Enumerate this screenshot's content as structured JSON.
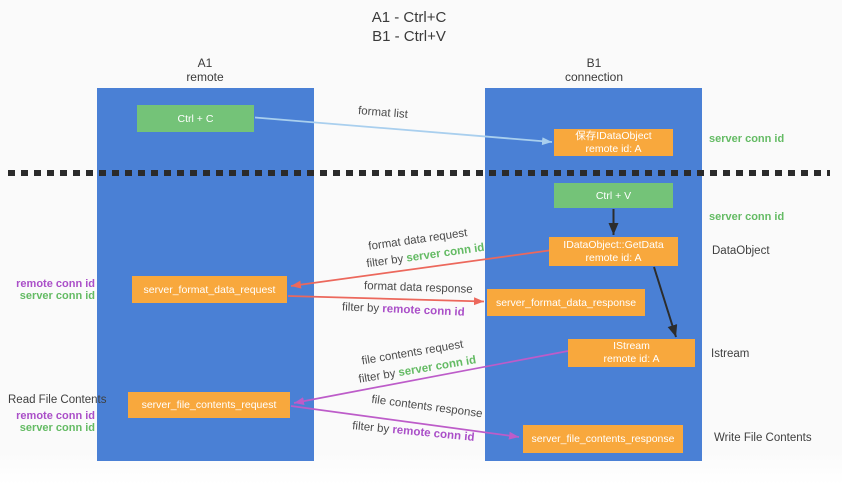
{
  "title": {
    "line1": "A1 - Ctrl+C",
    "line2": "B1 - Ctrl+V"
  },
  "lanes": {
    "left": {
      "name": "A1",
      "subtitle": "remote"
    },
    "right": {
      "name": "B1",
      "subtitle": "connection"
    }
  },
  "boxes": {
    "ctrl_c": {
      "label": "Ctrl + C"
    },
    "ctrl_v": {
      "label": "Ctrl + V"
    },
    "save_idataobject": {
      "line1": "保存IDataObject",
      "line2": "remote id: A"
    },
    "getdata": {
      "line1": "IDataObject::GetData",
      "line2": "remote id: A"
    },
    "istream": {
      "line1": "IStream",
      "line2": "remote id: A"
    },
    "format_request": {
      "label": "server_format_data_request"
    },
    "format_response": {
      "label": "server_format_data_response"
    },
    "file_request": {
      "label": "server_file_contents_request"
    },
    "file_response": {
      "label": "server_file_contents_response"
    }
  },
  "side_labels": {
    "server_conn_id_top": "server conn id",
    "server_conn_id_mid": "server conn id",
    "dataobject": "DataObject",
    "istream": "Istream",
    "write_file_contents": "Write File Contents",
    "read_file_contents": "Read File Contents",
    "format": {
      "remote_conn_id": "remote conn id",
      "server_conn_id": "server conn id"
    },
    "file": {
      "remote_conn_id": "remote conn id",
      "server_conn_id": "server conn id"
    }
  },
  "arrows": {
    "format_list": {
      "label": "format list"
    },
    "format_request": {
      "label": "format data request",
      "filter_prefix": "filter by ",
      "filter_key": "server conn id"
    },
    "format_response": {
      "label": "format data response",
      "filter_prefix": "filter by ",
      "filter_key": "remote conn id"
    },
    "file_request": {
      "label": "file contents request",
      "filter_prefix": "filter by ",
      "filter_key": "server conn id"
    },
    "file_response": {
      "label": "file contents response",
      "filter_prefix": "filter by ",
      "filter_key": "remote conn id"
    }
  },
  "colors": {
    "lane_blue": "#4a80d5",
    "box_orange": "#f8a83d",
    "box_green": "#74c378",
    "text_green": "#64bb64",
    "text_purple": "#aa4fc8",
    "arrow_salmon": "#ec685c",
    "arrow_purple": "#bd5cc9",
    "arrow_blue": "#a9cfee",
    "arrow_black": "#2c2c2c"
  }
}
